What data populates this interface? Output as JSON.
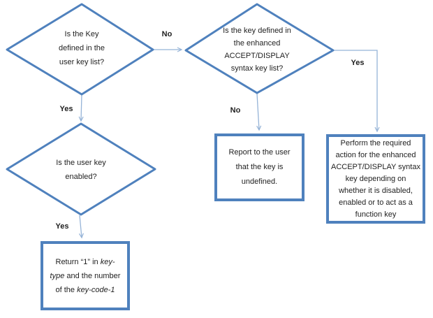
{
  "palette": {
    "shape_stroke": "#4F81BD",
    "connector": "#95B3D7",
    "text": "#1F1F1F",
    "background": "#FFFFFF"
  },
  "diagram": {
    "type": "flowchart",
    "decisions": {
      "d1": {
        "lines": [
          "Is the Key",
          "defined in the",
          "user key list?"
        ]
      },
      "d2": {
        "lines": [
          "Is the key defined in",
          "the enhanced",
          "ACCEPT/DISPLAY",
          "syntax key list?"
        ]
      },
      "d3": {
        "lines": [
          "Is the user key",
          "enabled?"
        ]
      }
    },
    "processes": {
      "report": {
        "lines": [
          "Report to the user",
          "that the key is",
          "undefined."
        ]
      },
      "perform": {
        "lines": [
          "Perform the required",
          "action for the enhanced",
          "ACCEPT/DISPLAY syntax",
          "key depending on",
          "whether it is disabled,",
          "enabled or to act as a",
          "function key"
        ]
      },
      "return_key": {
        "rich_lines": [
          [
            {
              "t": "Return “1” in ",
              "i": false
            },
            {
              "t": "key-",
              "i": true
            }
          ],
          [
            {
              "t": "type",
              "i": true
            },
            {
              "t": " and the number",
              "i": false
            }
          ],
          [
            {
              "t": "of the ",
              "i": false
            },
            {
              "t": "key-code-1",
              "i": true
            }
          ]
        ]
      }
    },
    "edge_labels": {
      "d1_to_d2": "No",
      "d1_to_d3": "Yes",
      "d2_to_report": "No",
      "d2_to_perform": "Yes",
      "d3_to_return": "Yes"
    }
  }
}
